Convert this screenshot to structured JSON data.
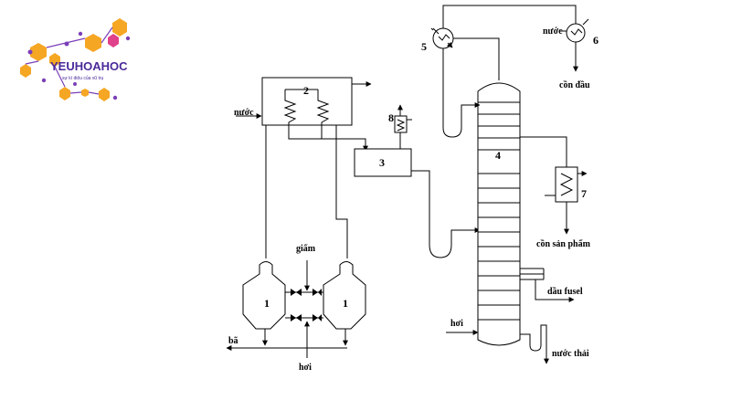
{
  "logo": {
    "name": "YEUHOAHOC",
    "tagline": "sự kì diệu của vũ trụ",
    "colors": {
      "text": "#4a2a9a",
      "hex_orange": "#f5a623",
      "hex_purple": "#7b3fb8",
      "hex_pink": "#e0418b"
    }
  },
  "diagram": {
    "numbers": {
      "fermenter_a": "1",
      "fermenter_b": "1",
      "condenser": "2",
      "tank": "3",
      "column": "4",
      "dephlegmator": "5",
      "top_cooler": "6",
      "product_cooler": "7",
      "small_cooler": "8"
    },
    "labels": {
      "water_in_2": "nước",
      "water_in_6": "nước",
      "top_product": "cồn đầu",
      "product": "cồn sản phẩm",
      "fusel": "dầu fusel",
      "waste_water": "nước thải",
      "steam_column": "hơi",
      "vinegar": "giấm",
      "steam_bottom": "hơi",
      "residue": "bã"
    }
  }
}
